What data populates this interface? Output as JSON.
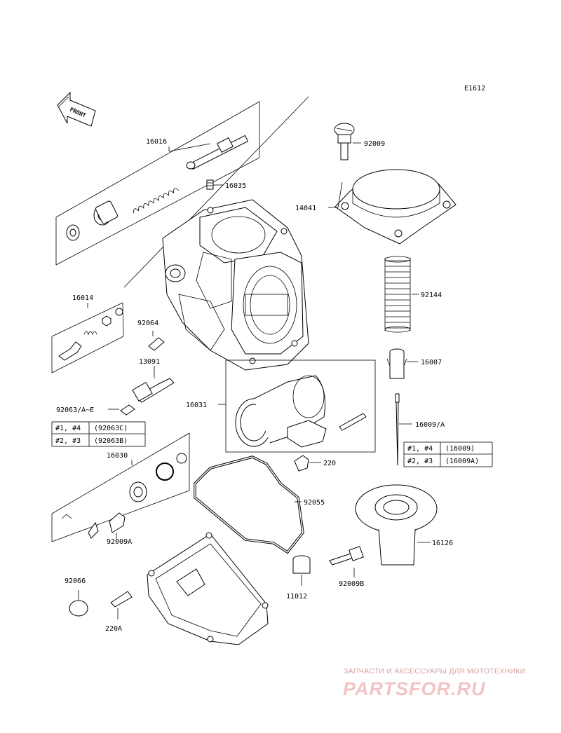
{
  "diagram_code": "E1612",
  "front_label": "FRONT",
  "labels": {
    "p16016": "16016",
    "p16035": "16035",
    "p92009": "92009",
    "p14041": "14041",
    "p92144": "92144",
    "p16014": "16014",
    "p92064": "92064",
    "p13091": "13091",
    "p16007": "16007",
    "p16031": "16031",
    "p16009a": "16009/A",
    "p92063": "92063/A~E",
    "p16030": "16030",
    "p220": "220",
    "p92055": "92055",
    "p92009a": "92009A",
    "p16126": "16126",
    "p92066": "92066",
    "p11012": "11012",
    "p92009b": "92009B",
    "p220a": "220A"
  },
  "table_92063": {
    "rows": [
      {
        "cyl": "#1, #4",
        "part": "(92063C)"
      },
      {
        "cyl": "#2, #3",
        "part": "(92063B)"
      }
    ]
  },
  "table_16009": {
    "rows": [
      {
        "cyl": "#1, #4",
        "part": "(16009)"
      },
      {
        "cyl": "#2, #3",
        "part": "(16009A)"
      }
    ]
  },
  "watermark": {
    "tagline": "ЗАПЧАСТИ И АКСЕССУАРЫ ДЛЯ МОТОТЕХНИКИ",
    "brand": "PARTSFOR.RU"
  }
}
